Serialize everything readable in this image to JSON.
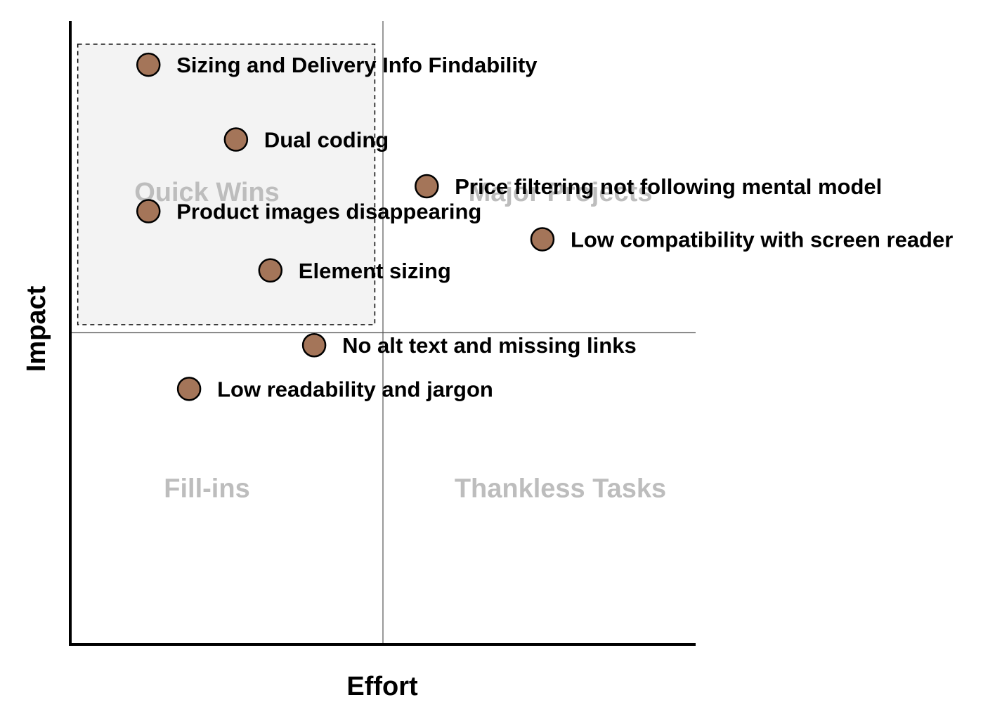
{
  "chart_data": {
    "type": "scatter",
    "xlabel": "Effort",
    "ylabel": "Impact",
    "xlim": [
      0,
      10
    ],
    "ylim": [
      0,
      10
    ],
    "grid": false,
    "dividers": {
      "x": 5,
      "y": 5
    },
    "highlight_region": {
      "x": [
        0.12,
        4.87
      ],
      "y": [
        5.13,
        9.63
      ]
    },
    "quadrants": [
      {
        "name": "Quick Wins",
        "x": 2.5,
        "y": 7.25
      },
      {
        "name": "Major Projects",
        "x": 7.5,
        "y": 7.25
      },
      {
        "name": "Fill-ins",
        "x": 2.5,
        "y": 2.5
      },
      {
        "name": "Thankless Tasks",
        "x": 7.5,
        "y": 2.5
      }
    ],
    "points": [
      {
        "label": "Sizing and Delivery Info Findability",
        "x": 1.25,
        "y": 9.3
      },
      {
        "label": "Dual coding",
        "x": 2.65,
        "y": 8.1
      },
      {
        "label": "Price filtering not following mental model",
        "x": 5.7,
        "y": 7.35
      },
      {
        "label": "Product images disappearing",
        "x": 1.25,
        "y": 6.95
      },
      {
        "label": "Low compatibility with screen reader",
        "x": 7.55,
        "y": 6.5
      },
      {
        "label": "Element sizing",
        "x": 3.2,
        "y": 6.0
      },
      {
        "label": "No alt text and missing links",
        "x": 3.9,
        "y": 4.8
      },
      {
        "label": "Low readability and jargon",
        "x": 1.9,
        "y": 4.1
      }
    ],
    "marker_color": "#a47559",
    "marker_edge_color": "#000000"
  }
}
